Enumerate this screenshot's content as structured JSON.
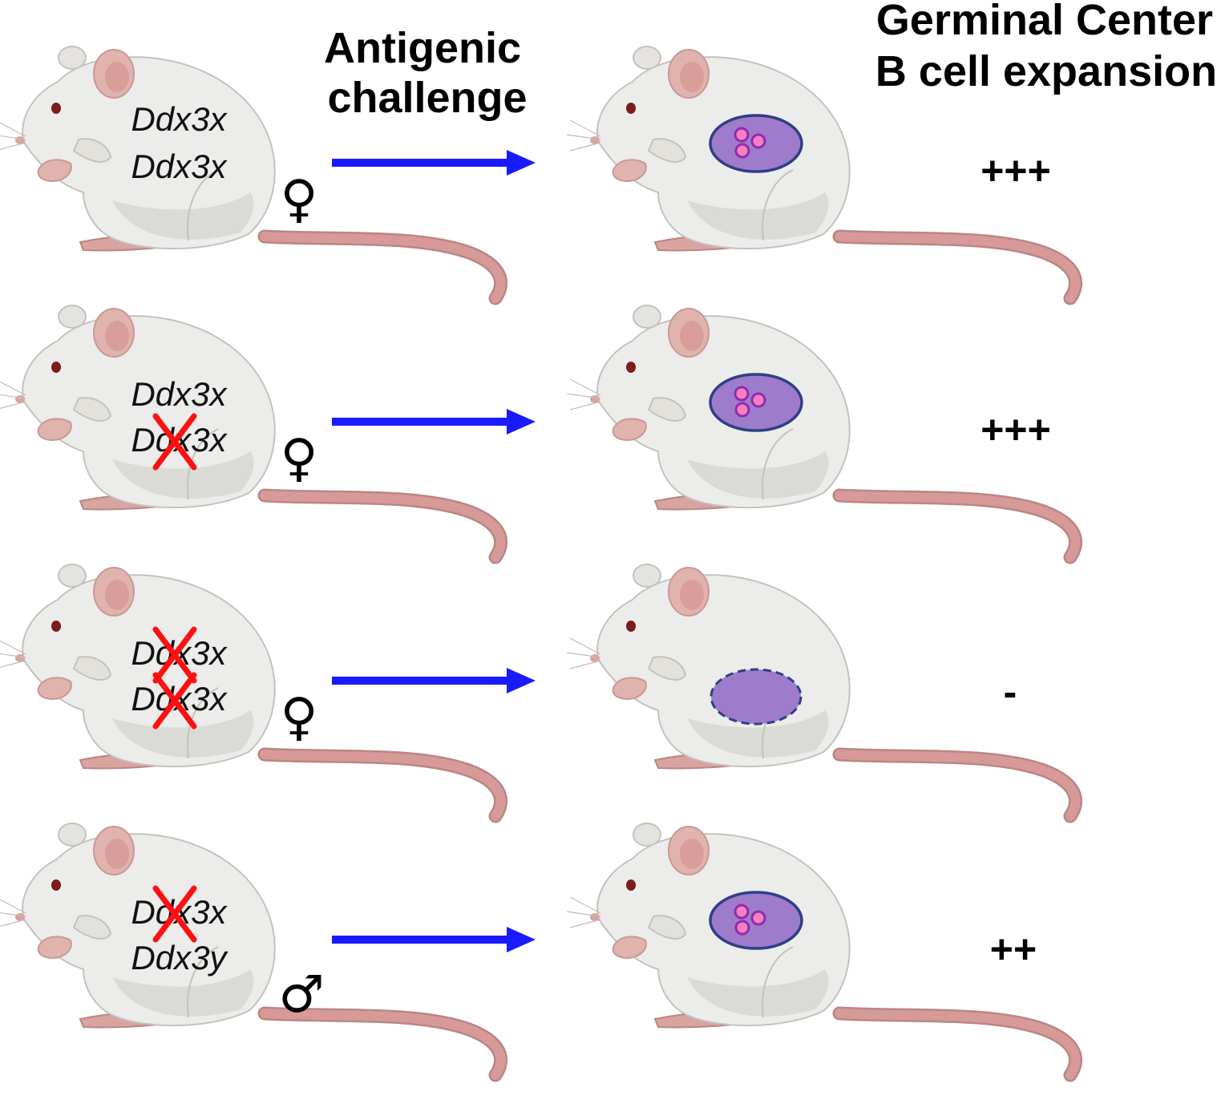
{
  "header": {
    "challenge_lines": [
      "Antigenic",
      "challenge"
    ],
    "result_lines": [
      "Germinal Center",
      "B cell expansion"
    ]
  },
  "rows": [
    {
      "genes": [
        "Ddx3x",
        "Ddx3x"
      ],
      "knockout": [
        false,
        false
      ],
      "sex_symbol": "♀",
      "germinal_center": "cells",
      "score": "+++"
    },
    {
      "genes": [
        "Ddx3x",
        "Ddx3x"
      ],
      "knockout": [
        false,
        true
      ],
      "sex_symbol": "♀",
      "germinal_center": "cells",
      "score": "+++"
    },
    {
      "genes": [
        "Ddx3x",
        "Ddx3x"
      ],
      "knockout": [
        true,
        true
      ],
      "sex_symbol": "♀",
      "germinal_center": "empty",
      "score": "-"
    },
    {
      "genes": [
        "Ddx3x",
        "Ddx3y"
      ],
      "knockout": [
        true,
        false
      ],
      "sex_symbol": "♂",
      "germinal_center": "cells",
      "score": "++"
    }
  ],
  "colors": {
    "arrow": "#1a1aff",
    "knockout_x": "#ff1010",
    "gc_fill": "#9e7ccb",
    "gc_stroke": "#2e3f86",
    "cell_fill": "#f77fc0",
    "cell_stroke": "#8f2bb0",
    "mouse_body": "#ececea",
    "mouse_tail": "#d79a98"
  }
}
